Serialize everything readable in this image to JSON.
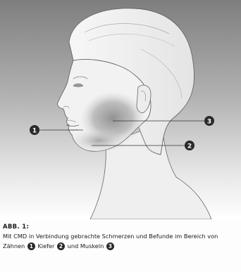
{
  "figure": {
    "label": "ABB. 1:",
    "caption_intro": "Mit CMD in Verbindung gebrachte Schmerzen und Befunde im Bereich von Zähnen",
    "caption_word_2": "Kiefer",
    "caption_word_3": "und Muskeln"
  },
  "markers": [
    {
      "number": "1",
      "region": "teeth"
    },
    {
      "number": "2",
      "region": "jaw"
    },
    {
      "number": "3",
      "region": "muscles"
    }
  ],
  "colors": {
    "background_top": "#8a8a8a",
    "background_bottom": "#ffffff",
    "head": "#f1f1f1",
    "pain_shading": "#9a9a9a",
    "marker": "#2a2a2a"
  }
}
